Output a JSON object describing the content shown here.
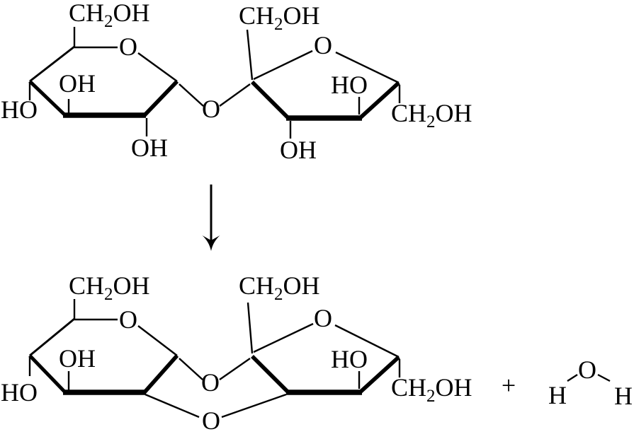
{
  "colors": {
    "background": "#ffffff",
    "ink": "#000000"
  },
  "reactant_sucrose": {
    "glucose_unit": {
      "ch2oh_top": {
        "prefix": "CH",
        "subscript": "2",
        "suffix": "OH"
      },
      "ring_oxygen": "O",
      "hydroxyl_inner": "OH",
      "hydroxyl_left": "HO",
      "hydroxyl_bottom": "OH"
    },
    "glycosidic_oxygen": "O",
    "fructose_unit": {
      "ch2oh_top": {
        "prefix": "CH",
        "subscript": "2",
        "suffix": "OH"
      },
      "ring_oxygen": "O",
      "hydroxyl_inner": "HO",
      "hydroxyl_bottom": "OH",
      "ch2oh_right": {
        "prefix": "CH",
        "subscript": "2",
        "suffix": "OH"
      }
    }
  },
  "product_structure": {
    "glucose_unit": {
      "ch2oh_top": {
        "prefix": "CH",
        "subscript": "2",
        "suffix": "OH"
      },
      "ring_oxygen": "O",
      "hydroxyl_inner": "OH",
      "hydroxyl_left": "HO"
    },
    "bridge_oxygen_upper": "O",
    "bridge_oxygen_lower": "O",
    "fructose_unit": {
      "ch2oh_top": {
        "prefix": "CH",
        "subscript": "2",
        "suffix": "OH"
      },
      "ring_oxygen": "O",
      "hydroxyl_inner": "HO",
      "ch2oh_right": {
        "prefix": "CH",
        "subscript": "2",
        "suffix": "OH"
      }
    }
  },
  "plus_sign": "+",
  "water_molecule": {
    "hydrogen_left": "H",
    "oxygen": "O",
    "hydrogen_right": "H"
  }
}
